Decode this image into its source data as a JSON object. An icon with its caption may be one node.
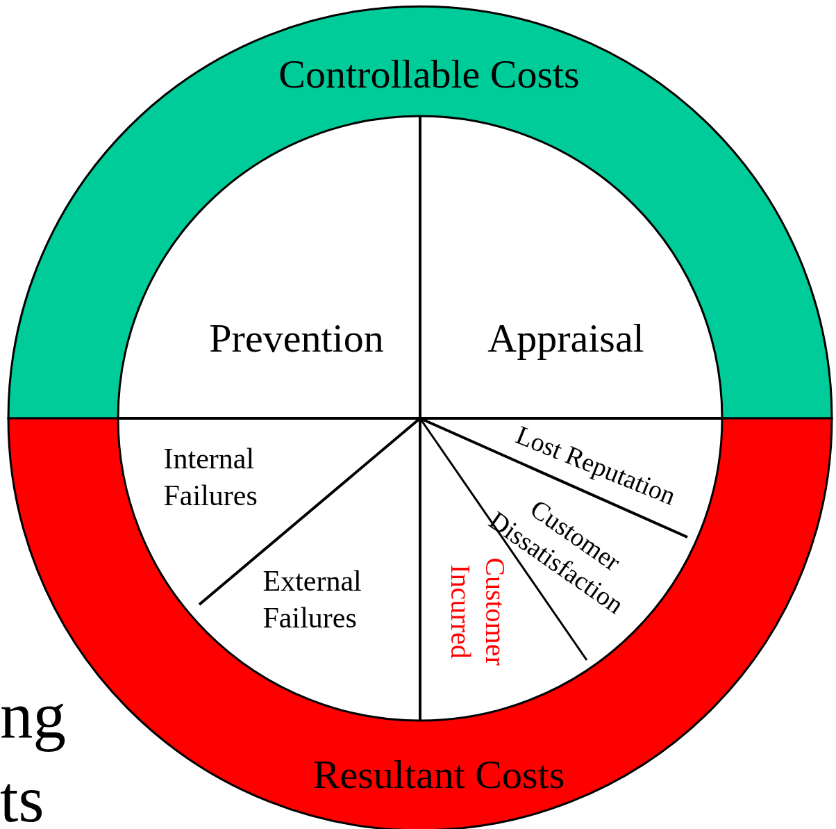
{
  "diagram": {
    "nodes": [
      {
        "text": [
          "Controllable Costs"
        ]
      },
      {
        "text": [
          "Resultant Costs"
        ]
      },
      {
        "text": [
          "Prevention"
        ]
      },
      {
        "text": [
          "Appraisal"
        ]
      },
      {
        "text": [
          "Internal Failures"
        ]
      },
      {
        "text": [
          "External Failures"
        ]
      },
      {
        "text": [
          "Customer Incurred"
        ]
      },
      {
        "text": [
          "Customer Dissatisfaction"
        ]
      },
      {
        "text": [
          "Lost Reputation"
        ]
      }
    ],
    "labels": [
      "ng",
      "ts"
    ]
  }
}
